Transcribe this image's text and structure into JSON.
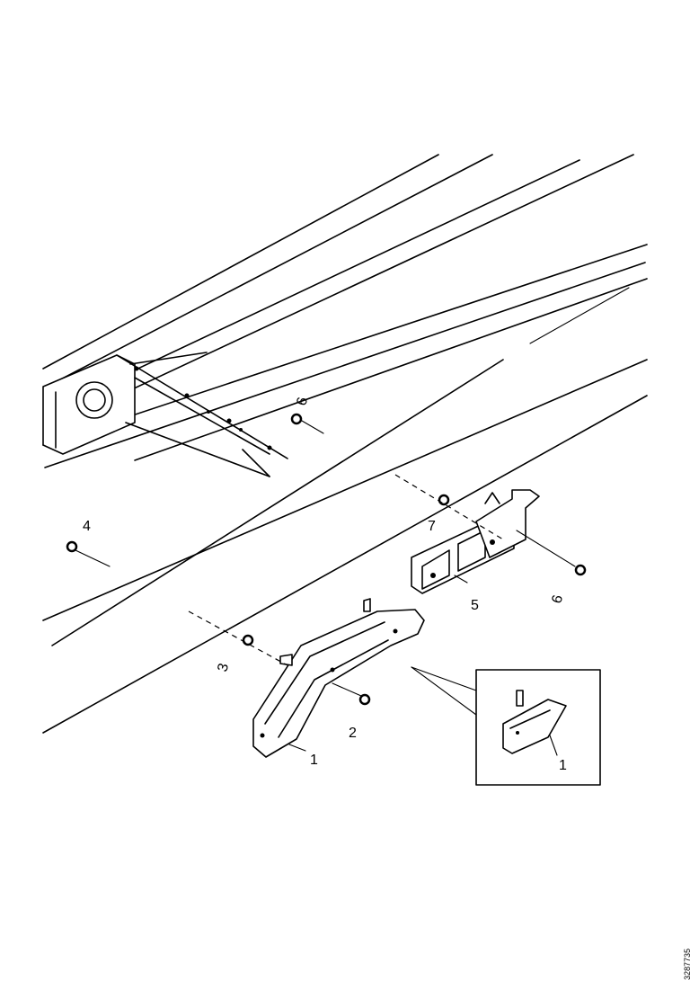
{
  "callouts": {
    "c1_main": "1",
    "c2": "2",
    "c3": "3",
    "c4": "4",
    "c5": "5",
    "c6_lower": "6",
    "c6_upper": "6",
    "c7": "7",
    "c1_inset": "1"
  },
  "reference_code": "3287735"
}
